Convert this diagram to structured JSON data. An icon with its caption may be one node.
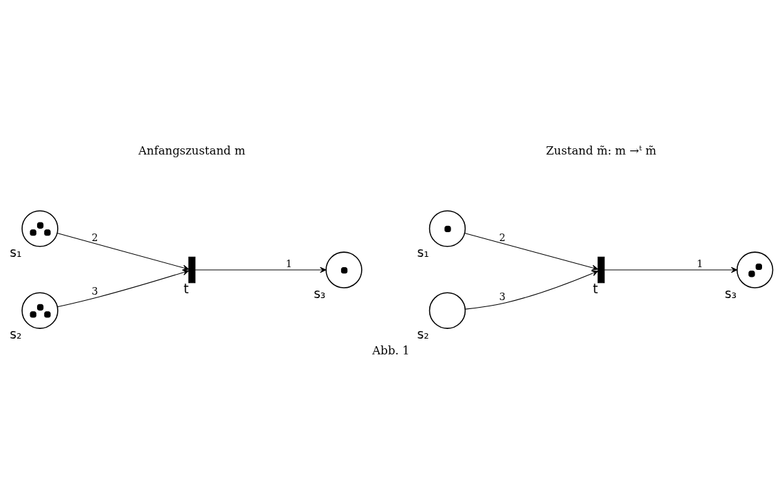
{
  "diagram": {
    "caption": "Abb. 1",
    "nodes": [
      {
        "text": [],
        "shape": "circle",
        "beside": [
          "s₁"
        ]
      },
      {
        "text": [],
        "shape": "circle",
        "beside": [
          "s₂"
        ]
      },
      {
        "text": [],
        "shape": "bar",
        "beside": [
          "t"
        ]
      },
      {
        "text": [],
        "shape": "circle",
        "beside": [
          "s₃"
        ]
      },
      {
        "text": [],
        "shape": "circle",
        "beside": [
          "s₁"
        ]
      },
      {
        "text": [],
        "shape": "circle",
        "beside": [
          "s₂"
        ]
      },
      {
        "text": [],
        "shape": "bar",
        "beside": [
          "t"
        ]
      },
      {
        "text": [],
        "shape": "circle",
        "beside": [
          "s₃"
        ]
      }
    ],
    "edges": [
      {
        "from": 0,
        "to": 2,
        "arrow": "to",
        "label": "2"
      },
      {
        "from": 1,
        "to": 2,
        "arrow": "to",
        "label": "3"
      },
      {
        "from": 2,
        "to": 3,
        "arrow": "to",
        "label": "1"
      },
      {
        "from": 4,
        "to": 6,
        "arrow": "to",
        "label": "2"
      },
      {
        "from": 5,
        "to": 6,
        "arrow": "to",
        "label": "3"
      },
      {
        "from": 6,
        "to": 7,
        "arrow": "to",
        "label": "1"
      }
    ],
    "labels": [
      "Anfangszustand m",
      "Zustand m̃: m →ᵗ m̃"
    ]
  }
}
